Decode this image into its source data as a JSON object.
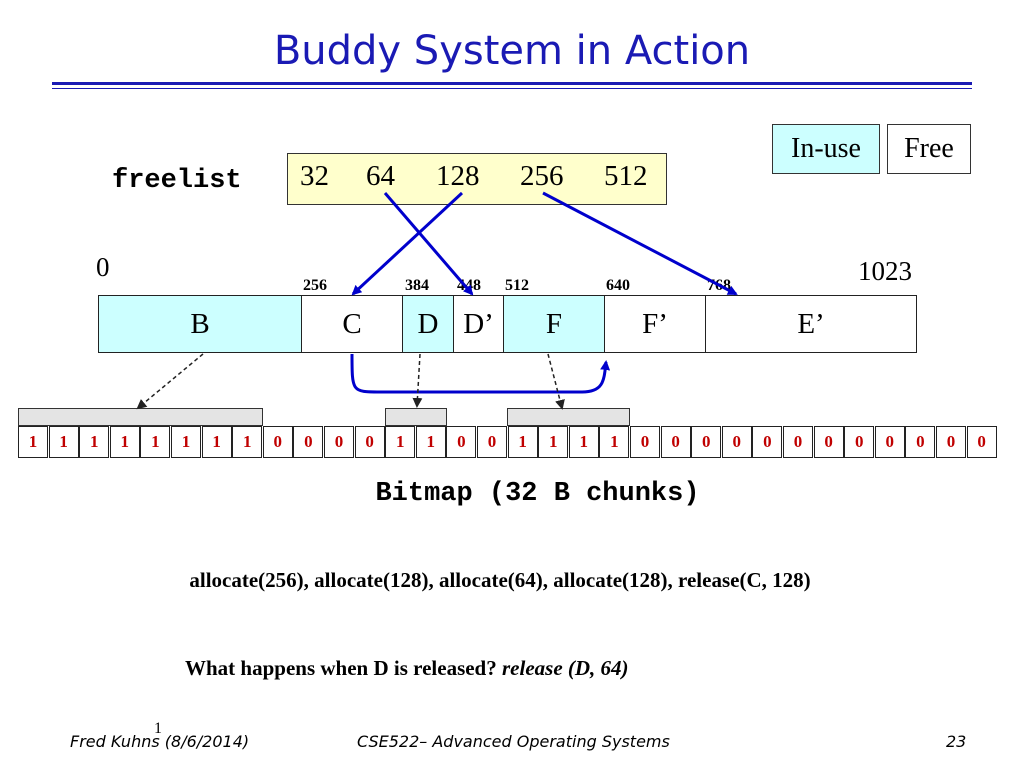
{
  "title": "Buddy System in Action",
  "legend": {
    "in_use": "In-use",
    "free": "Free",
    "in_use_color": "#ccffff",
    "free_color": "#ffffff"
  },
  "freelist": {
    "label": "freelist",
    "sizes": [
      "32",
      "64",
      "128",
      "256",
      "512"
    ],
    "color": "#ffffcc"
  },
  "memory": {
    "start": "0",
    "end": "1023",
    "addresses": [
      "256",
      "384",
      "448",
      "512",
      "640",
      "768"
    ],
    "blocks": [
      {
        "label": "B",
        "state": "in-use"
      },
      {
        "label": "C",
        "state": "free"
      },
      {
        "label": "D",
        "state": "in-use"
      },
      {
        "label": "D’",
        "state": "free"
      },
      {
        "label": "F",
        "state": "in-use"
      },
      {
        "label": "F’",
        "state": "free"
      },
      {
        "label": "E’",
        "state": "free"
      }
    ]
  },
  "bitmap": {
    "label": "Bitmap (32 B chunks)",
    "bits": [
      "1",
      "1",
      "1",
      "1",
      "1",
      "1",
      "1",
      "1",
      "0",
      "0",
      "0",
      "0",
      "1",
      "1",
      "0",
      "0",
      "1",
      "1",
      "1",
      "1",
      "0",
      "0",
      "0",
      "0",
      "0",
      "0",
      "0",
      "0",
      "0",
      "0",
      "0",
      "0"
    ],
    "bit_color": "#c00000"
  },
  "operations": "allocate(256), allocate(128), allocate(64), allocate(128), release(C, 128)",
  "question": {
    "text": "What happens when D is released?",
    "action": "release (D, 64)"
  },
  "footer": {
    "author": "Fred Kuhns (8/6/2014)",
    "course": "CSE522– Advanced Operating Systems",
    "page": "23",
    "stray_mark": "1"
  },
  "colors": {
    "title": "#1a1ab4",
    "arrow": "#0000cc"
  }
}
